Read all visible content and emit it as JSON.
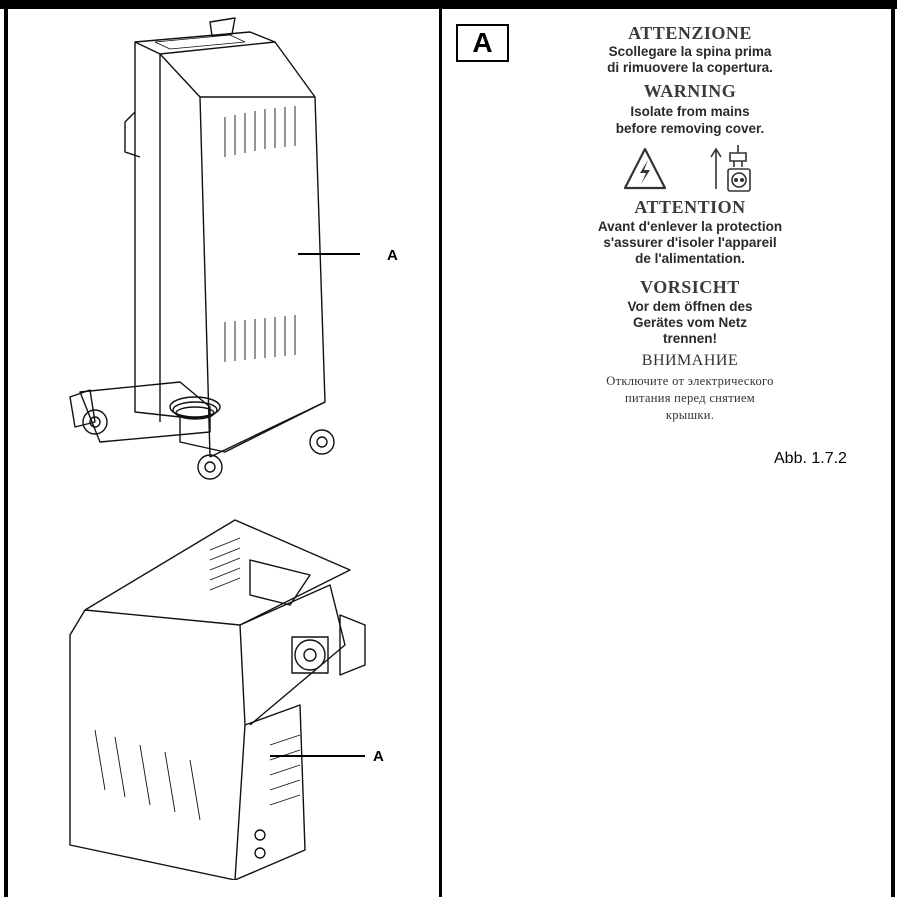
{
  "callouts": {
    "top": "A",
    "bottom": "A"
  },
  "label_box": "A",
  "warning_label": {
    "it_title": "ATTENZIONE",
    "it_text_1": "Scollegare la spina prima",
    "it_text_2": "di rimuovere la copertura.",
    "en_title": "WARNING",
    "en_text_1": "Isolate from mains",
    "en_text_2": "before removing cover.",
    "fr_title": "ATTENTION",
    "fr_text_1": "Avant d'enlever la protection",
    "fr_text_2": "s'assurer d'isoler l'appareil",
    "fr_text_3": "de l'alimentation.",
    "de_title": "VORSICHT",
    "de_text_1": "Vor dem öffnen des",
    "de_text_2": "Gerätes vom Netz",
    "de_text_3": "trennen!",
    "ru_title": "ВНИМАНИЕ",
    "ru_text_1": "Отключите от электрического",
    "ru_text_2": "питания перед снятием",
    "ru_text_3": "крышки."
  },
  "figure_label": "Abb. 1.7.2",
  "icons": [
    "electric-hazard-icon",
    "unplug-icon"
  ]
}
